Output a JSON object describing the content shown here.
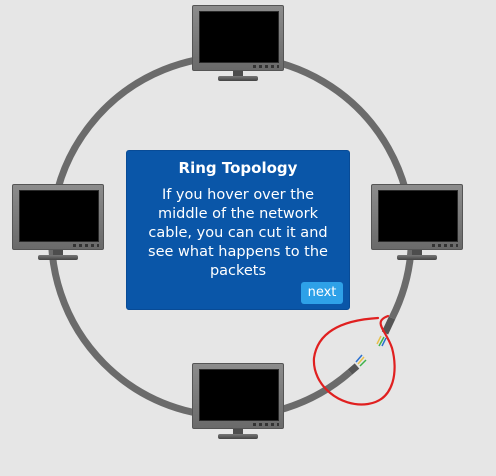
{
  "topology": {
    "title": "Ring Topology",
    "message": "If you hover over the middle of the network cable, you can cut it and see what happens to the packets",
    "next_label": "next"
  },
  "computers": [
    {
      "name": "computer-top"
    },
    {
      "name": "computer-left"
    },
    {
      "name": "computer-right"
    },
    {
      "name": "computer-bottom"
    }
  ],
  "colors": {
    "background": "#e6e6e6",
    "cable": "#6b6b6b",
    "panel": "#0a56a8",
    "button": "#2ea1e8",
    "annotation": "#e02020"
  }
}
